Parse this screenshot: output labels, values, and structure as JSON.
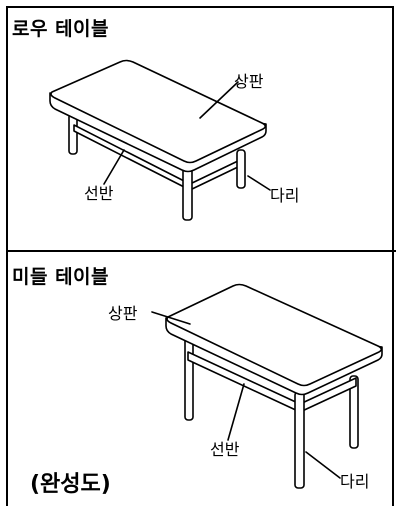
{
  "sections": [
    {
      "title": "로우 테이블",
      "labels": {
        "top": "상판",
        "shelf": "선반",
        "leg": "다리"
      }
    },
    {
      "title": "미들 테이블",
      "labels": {
        "top": "상판",
        "shelf": "선반",
        "leg": "다리"
      }
    }
  ],
  "caption": "(완성도)",
  "colors": {
    "line": "#000000",
    "fill": "#ffffff"
  }
}
